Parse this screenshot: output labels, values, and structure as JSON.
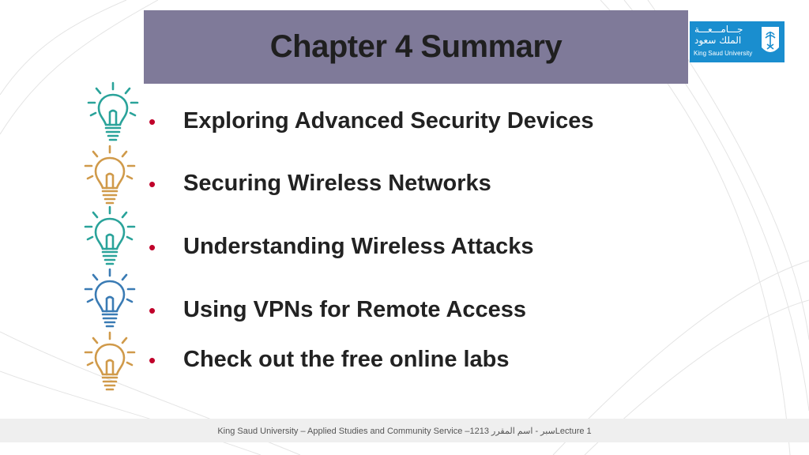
{
  "slide": {
    "title": "Chapter 4 Summary",
    "bullet_glyph": "•",
    "items": [
      {
        "label": "Exploring Advanced Security Devices",
        "bulb_color": "#2aa39a"
      },
      {
        "label": "Securing Wireless Networks",
        "bulb_color": "#d09a4a"
      },
      {
        "label": "Understanding Wireless Attacks",
        "bulb_color": "#2aa39a"
      },
      {
        "label": "Using VPNs for Remote Access",
        "bulb_color": "#3a7bb4"
      },
      {
        "label": "Check out the free online labs",
        "bulb_color": "#d09a4a"
      }
    ]
  },
  "logo": {
    "arabic_line1": "جـــامـــعـــة",
    "arabic_line2": "الملك سعود",
    "english": "King Saud University",
    "background": "#1a8ecf"
  },
  "footer": {
    "text": "King Saud University – Applied Studies and Community Service –1213 سبر - اسم المقررLecture 1"
  },
  "colors": {
    "title_bar": "#7f7a99",
    "bullet": "#c0002a"
  }
}
